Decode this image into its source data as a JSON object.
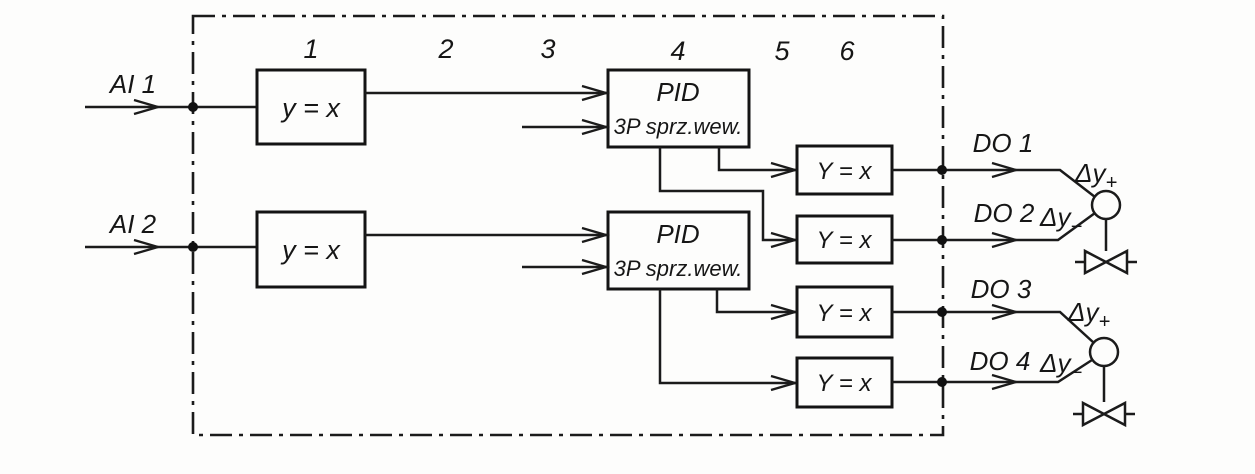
{
  "colors": {
    "ink": "#1b1b1b",
    "paper": "#fdfdfc"
  },
  "stage_numbers": [
    "1",
    "2",
    "3",
    "4",
    "5",
    "6"
  ],
  "inputs": [
    {
      "label": "AI 1"
    },
    {
      "label": "AI 2"
    }
  ],
  "blocks": {
    "input_converter_label": "y = x",
    "pid_title": "PID",
    "pid_subtitle": "3P sprz.wew.",
    "output_converter_label": "Y = x"
  },
  "outputs": [
    {
      "label": "DO 1",
      "delta_base": "Δy",
      "delta_sign": "+"
    },
    {
      "label": "DO 2",
      "delta_base": "Δy",
      "delta_sign": "−"
    },
    {
      "label": "DO 3",
      "delta_base": "Δy",
      "delta_sign": "+"
    },
    {
      "label": "DO 4",
      "delta_base": "Δy",
      "delta_sign": "−"
    }
  ]
}
